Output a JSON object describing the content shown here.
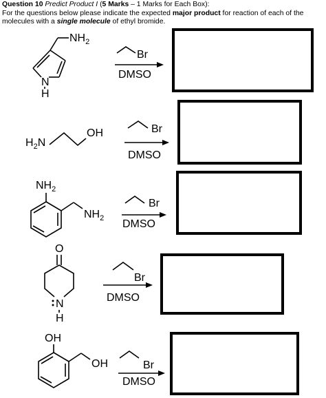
{
  "header": {
    "question_num": "Question 10",
    "title": "Predict Product I",
    "open_paren": "(",
    "marks_bold": "5 Marks",
    "marks_rest": " – 1 Marks for Each Box):",
    "line2_a": "For the questions below please indicate the expected ",
    "line2_bold": "major product",
    "line2_b": " for reaction of each of the",
    "line3_a": "molecules with a ",
    "line3_bolditalic": "single molecule",
    "line3_b": " of ethyl bromide."
  },
  "reagent": {
    "br": "Br",
    "solvent": "DMSO"
  },
  "molecules": {
    "m1": {
      "nh2": "NH",
      "nh2_sub": "2",
      "n": "N",
      "h": "H"
    },
    "m2": {
      "h2n_h": "H",
      "h2n_sub": "2",
      "h2n_n": "N",
      "oh": "OH"
    },
    "m3": {
      "nh2_top": "NH",
      "nh2_top_sub": "2",
      "nh2_side": "NH",
      "nh2_side_sub": "2"
    },
    "m4": {
      "o": "O",
      "n": "N",
      "h": "H"
    },
    "m5": {
      "oh_top": "OH",
      "oh_side": "OH"
    }
  }
}
